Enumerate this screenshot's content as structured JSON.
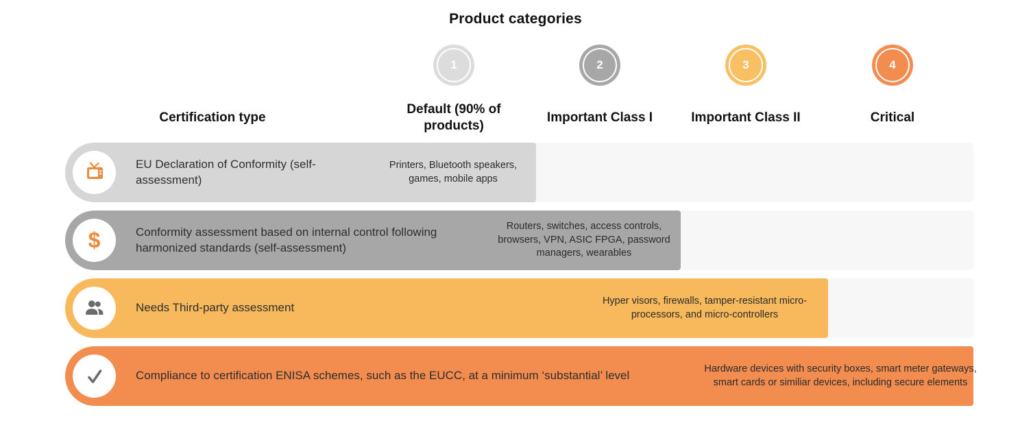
{
  "title": "Product categories",
  "columns": {
    "certification_header": "Certification type",
    "categories": [
      {
        "number": "1",
        "label": "Default (90% of products)",
        "color": "#dcdcdc"
      },
      {
        "number": "2",
        "label": "Important Class I",
        "color": "#a7a7a7"
      },
      {
        "number": "3",
        "label": "Important Class II",
        "color": "#f9c063"
      },
      {
        "number": "4",
        "label": "Critical",
        "color": "#f28c4f"
      }
    ]
  },
  "rows": [
    {
      "icon": "tv-icon",
      "certification": "EU Declaration of Conformity (self-assessment)",
      "products": "Printers, Bluetooth speakers, games, mobile apps",
      "color": "#d6d6d6",
      "spans_through": "Default (90% of products)"
    },
    {
      "icon": "dollar-icon",
      "certification": "Conformity assessment based on internal control following harmonized standards (self-assessment)",
      "products": "Routers, switches, access controls, browsers, VPN, ASIC FPGA, password managers, wearables",
      "color": "#a7a7a7",
      "spans_through": "Important Class I"
    },
    {
      "icon": "people-icon",
      "certification": "Needs Third-party assessment",
      "products": "Hyper visors, firewalls, tamper-resistant micro-processors, and micro-controllers",
      "color": "#f8b95c",
      "spans_through": "Important Class II"
    },
    {
      "icon": "check-icon",
      "certification": "Compliance to certification ENISA schemes, such as the EUCC, at a minimum ‘substantial’ level",
      "products": "Hardware devices with security boxes, smart meter gateways, smart cards or similiar devices, including secure elements",
      "color": "#f28c4f",
      "spans_through": "Critical"
    }
  ],
  "icons": {
    "dollar_glyph": "$"
  },
  "colors": {
    "accent_orange": "#ef8a3c",
    "icon_gray": "#6b6b6b",
    "row_track": "#f7f7f7",
    "heading_text": "#111111",
    "body_text": "#2e2e2e"
  }
}
